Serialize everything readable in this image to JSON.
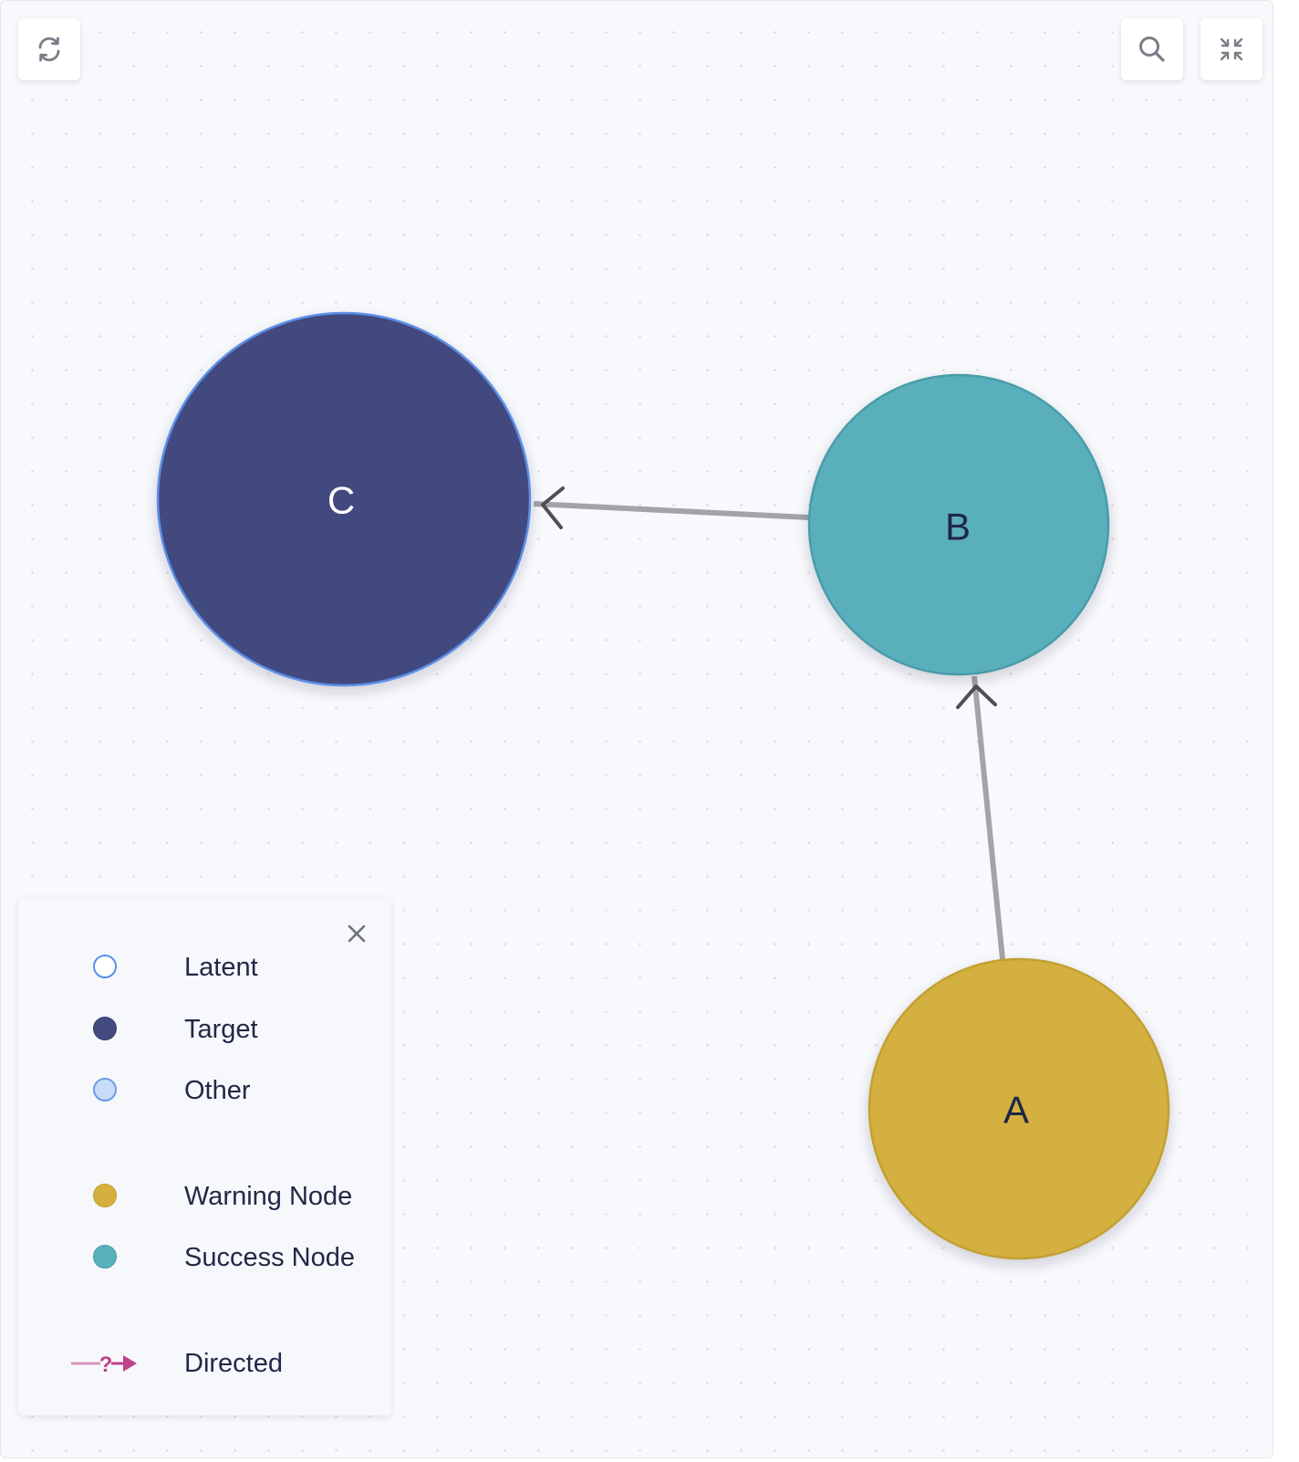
{
  "toolbar": {
    "refresh": {
      "icon": "refresh-icon"
    },
    "search": {
      "icon": "search-icon"
    },
    "collapse": {
      "icon": "collapse-icon"
    }
  },
  "graph": {
    "nodes": [
      {
        "id": "C",
        "label": "C",
        "type": "Target",
        "fill": "#434a7e",
        "stroke": "#5b8fe8",
        "text_color": "#ffffff"
      },
      {
        "id": "B",
        "label": "B",
        "type": "Success Node",
        "fill": "#5aafbc",
        "stroke": "#4a9ca8",
        "text_color": "#1f2747"
      },
      {
        "id": "A",
        "label": "A",
        "type": "Warning Node",
        "fill": "#d4b03f",
        "stroke": "#c2a032",
        "text_color": "#1f2747"
      }
    ],
    "edges": [
      {
        "from": "B",
        "to": "C",
        "color": "#a3a4a8",
        "arrow_color": "#4e4f55"
      },
      {
        "from": "A",
        "to": "B",
        "color": "#a3a4a8",
        "arrow_color": "#4e4f55"
      }
    ]
  },
  "legend": {
    "close_icon": "close-icon",
    "items": [
      {
        "label": "Latent",
        "swatch_fill": "#ffffff",
        "swatch_border": "#5b8fe8"
      },
      {
        "label": "Target",
        "swatch_fill": "#434a7e",
        "swatch_border": "#3a4070"
      },
      {
        "label": "Other",
        "swatch_fill": "#c9dcf6",
        "swatch_border": "#6b9ce8"
      },
      {
        "label": "Warning Node",
        "swatch_fill": "#d4b03f",
        "swatch_border": "#c2a032"
      },
      {
        "label": "Success Node",
        "swatch_fill": "#5aafbc",
        "swatch_border": "#4a9ca8"
      },
      {
        "label": "Directed",
        "icon": "directed-edge-icon",
        "color": "#c0428a"
      }
    ]
  }
}
